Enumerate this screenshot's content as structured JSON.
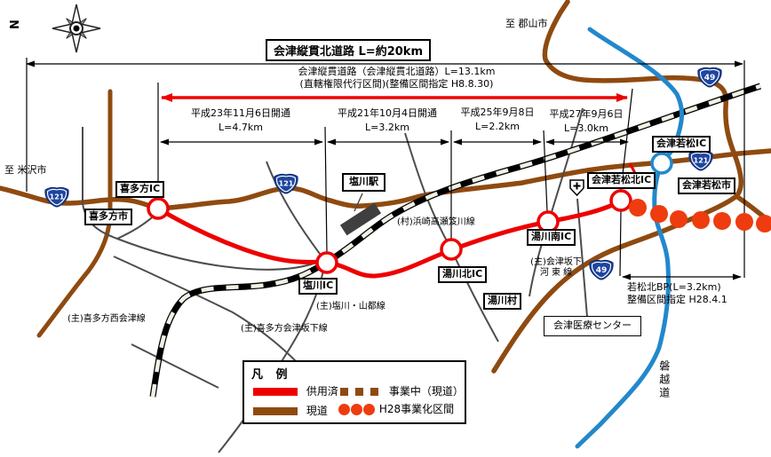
{
  "compass": {
    "north_label": "N"
  },
  "banner": {
    "title": "会津縦貫北道路 L=約20km"
  },
  "corridor_note": {
    "line1": "会津縦貫道路（会津縦貫北道路）L=13.1km",
    "line2": "(直轄権限代行区間)(整備区間指定 H8.8.30)"
  },
  "segments": [
    {
      "date": "平成23年11月6日開通",
      "length": "L=4.7km"
    },
    {
      "date": "平成21年10月4日開通",
      "length": "L=3.2km"
    },
    {
      "date": "平成25年9月8日",
      "length": "L=2.2km"
    },
    {
      "date": "平成27年9月6日",
      "length": "L=3.0km"
    }
  ],
  "interchanges": [
    {
      "name": "喜多方IC"
    },
    {
      "name": "塩川IC"
    },
    {
      "name": "湯川北IC"
    },
    {
      "name": "湯川南IC"
    },
    {
      "name": "会津若松北IC"
    },
    {
      "name": "会津若松IC"
    }
  ],
  "places": {
    "kitakata_city": "喜多方市",
    "aizuwakamatsu_city": "会津若松市",
    "yugawa_village": "湯川村",
    "to_yonezawa": "至 米沢市",
    "to_koriyama": "至 郡山市",
    "shiokawa_station": "塩川駅",
    "medical_center": "会津医療センター",
    "banetsu_expressway": "磐越道"
  },
  "local_roads": {
    "shiokawa_yamato": "(主)塩川・山都線",
    "kitakata_aizubange": "(主)喜多方会津坂下線",
    "kitakata_nishiaizu": "(主)喜多方西会津線",
    "hamasaki_takase_oikawa": "(村)浜崎高瀬笈川線",
    "aizubange_kato_line1": "(主)会津坂下",
    "aizubange_kato_line2": "河 東 線"
  },
  "notes": {
    "wakamatsu_kita_bp": "若松北BP(L=3.2km)",
    "designation": "整備区間指定 H28.4.1"
  },
  "route_shields": [
    {
      "number": "121"
    },
    {
      "number": "121"
    },
    {
      "number": "121"
    },
    {
      "number": "49"
    },
    {
      "number": "49"
    }
  ],
  "legend": {
    "title": "凡 例",
    "open": "供用済",
    "under_construction": "事業中（現道）",
    "existing": "現道",
    "h28": "H28事業化区間"
  },
  "colors": {
    "open_route": "#ee0000",
    "existing_road": "#8f4a10",
    "h28_dots": "#ee3c0f",
    "expressway": "#2288cc",
    "shield_blue": "#1e45a0"
  }
}
